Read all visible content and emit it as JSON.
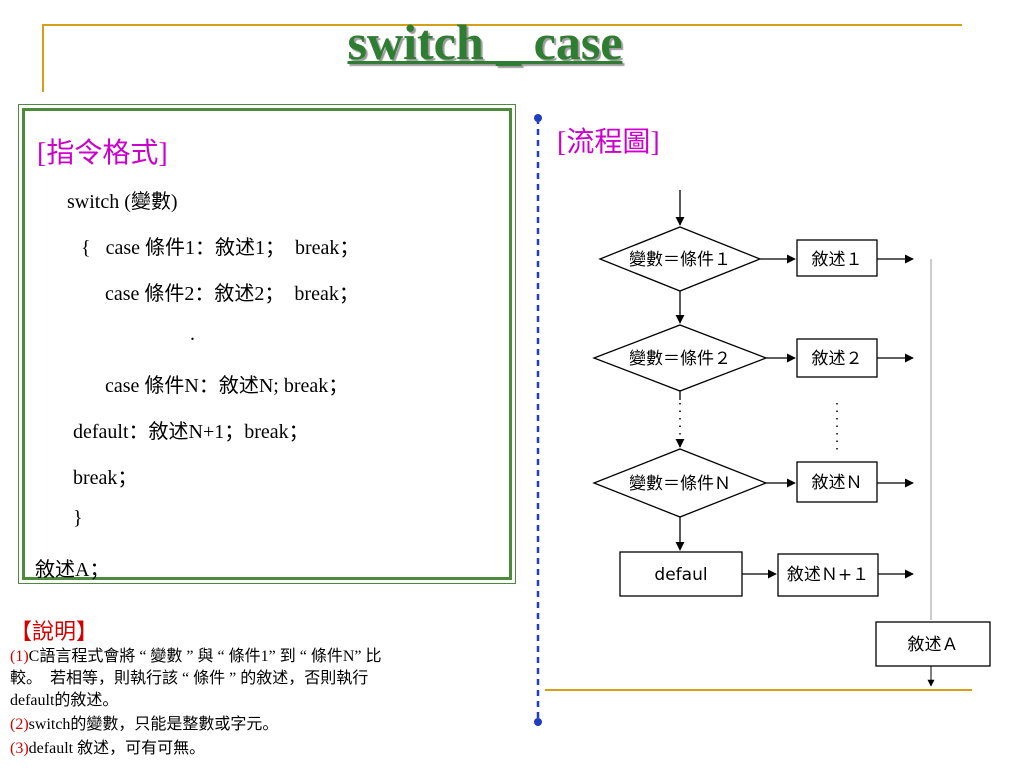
{
  "title": "switch _ case",
  "code": {
    "heading": "[指令格式]",
    "lines": [
      "switch (變數)",
      "{   case 條件1：敘述1；  break；",
      "case 條件2：敘述2；  break；",
      ".",
      "case 條件N：敘述N; break；",
      "default：敘述N+1；break；",
      "break；",
      "}",
      "敘述A；"
    ]
  },
  "flowchart": {
    "heading": "[流程圖]",
    "conditions": [
      "變數＝條件１",
      "變數＝條件２",
      "變數＝條件Ｎ"
    ],
    "statements": [
      "敘述１",
      "敘述２",
      "敘述Ｎ",
      "敘述Ｎ+１"
    ],
    "default_box": "defaul",
    "final_box": "敘述Ａ"
  },
  "description": {
    "heading": "【說明】",
    "items": [
      {
        "num": "(1)",
        "text": "C語言程式會將 “ 變數 ” 與 “ 條件1” 到 “ 條件N” 比"
      },
      {
        "num": "",
        "text": "較。  若相等，則執行該 “ 條件 ” 的敘述，否則執行"
      },
      {
        "num": "",
        "text": "default的敘述。"
      },
      {
        "num": "(2)",
        "text": "switch的變數，只能是整數或字元。"
      },
      {
        "num": "(3)",
        "text": "default 敘述，可有可無。"
      }
    ]
  },
  "colors": {
    "title_green": "#2e7d32",
    "heading_magenta": "#cc00cc",
    "number_red": "#d40000",
    "frame_gold": "#d4a017",
    "divider_blue": "#1f3fbf"
  }
}
